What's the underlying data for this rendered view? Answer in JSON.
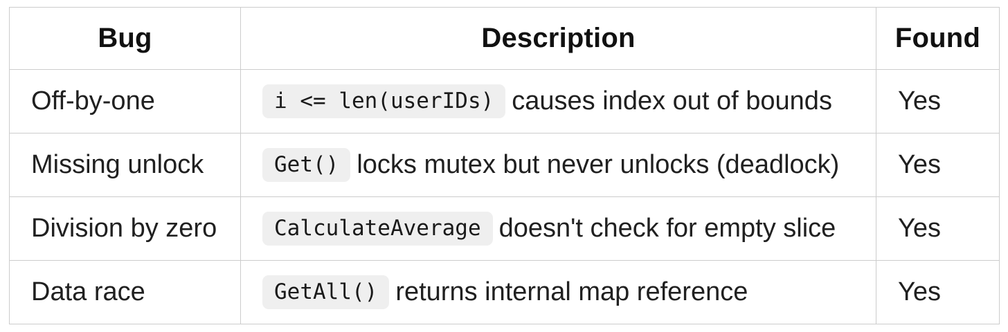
{
  "table": {
    "columns": {
      "bug": "Bug",
      "description": "Description",
      "found": "Found"
    },
    "rows": [
      {
        "bug": "Off-by-one",
        "desc_code": "i <= len(userIDs)",
        "desc_text": "causes index out of bounds",
        "found": "Yes"
      },
      {
        "bug": "Missing unlock",
        "desc_code": "Get()",
        "desc_text": "locks mutex but never unlocks (deadlock)",
        "found": "Yes"
      },
      {
        "bug": "Division by zero",
        "desc_code": "CalculateAverage",
        "desc_text": "doesn't check for empty slice",
        "found": "Yes"
      },
      {
        "bug": "Data race",
        "desc_code": "GetAll()",
        "desc_text": "returns internal map reference",
        "found": "Yes"
      }
    ]
  },
  "colors": {
    "border": "#cccccc",
    "code_chip_bg": "#efefef",
    "body_text": "#202020",
    "header_text": "#111111"
  }
}
